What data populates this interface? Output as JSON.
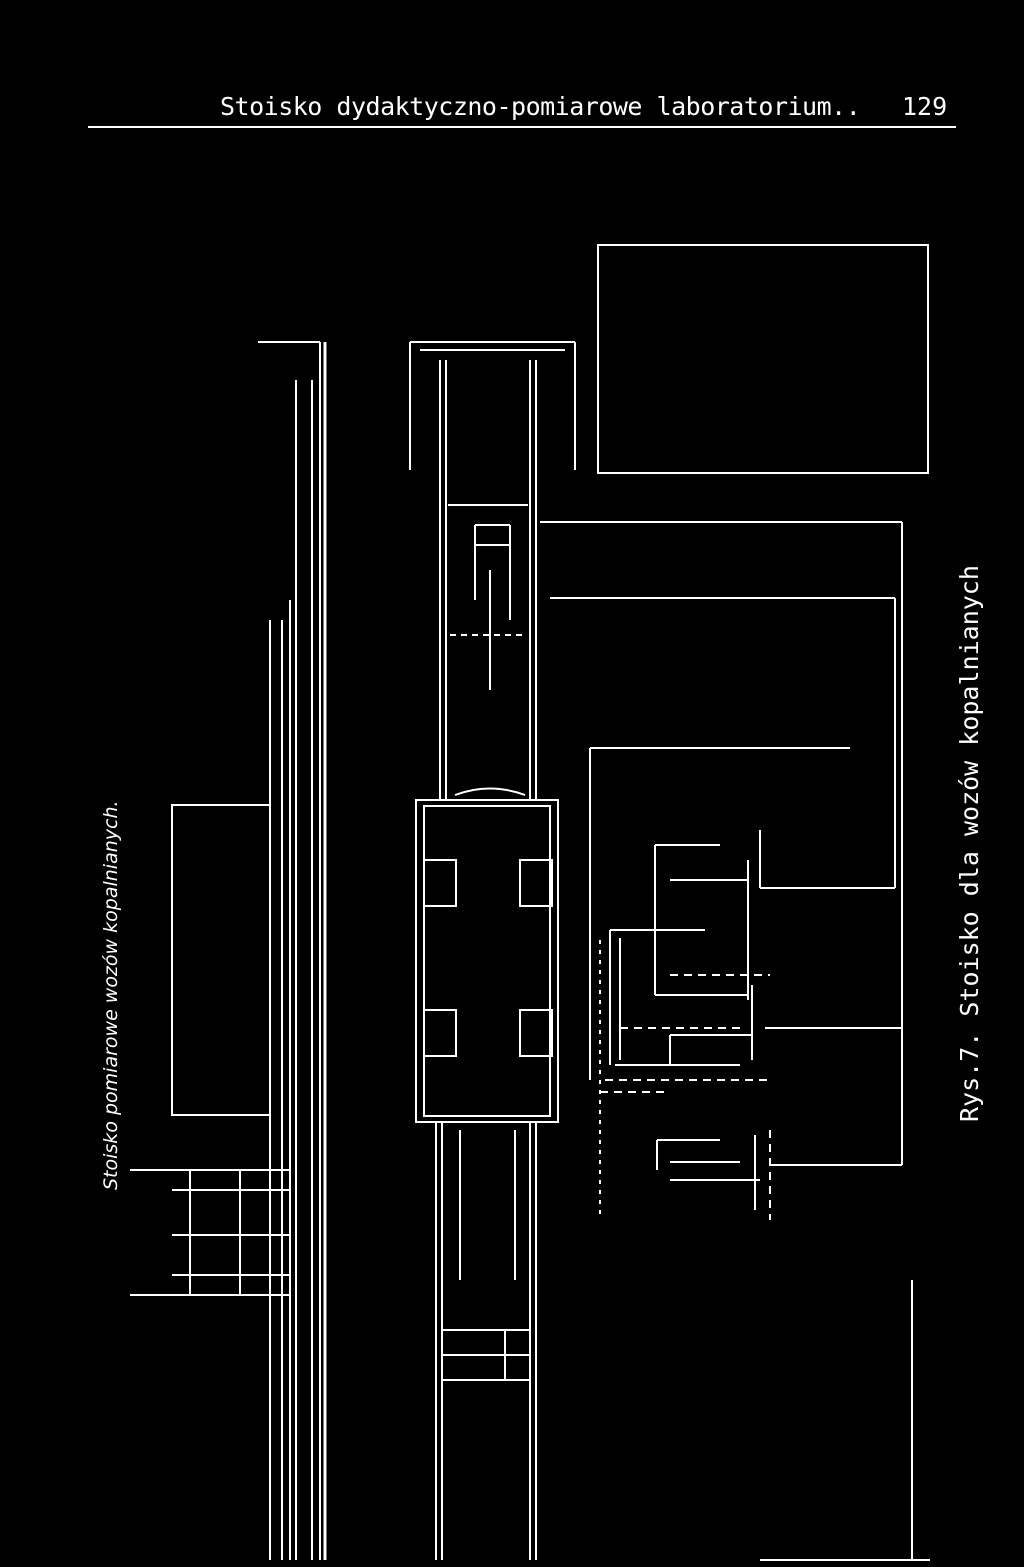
{
  "header": {
    "title": "Stoisko dydaktyczno-pomiarowe laboratorium..",
    "page_number": "129"
  },
  "figure": {
    "caption": "Rys.7. Stoisko dla wozów kopalnianych",
    "drawing_title": "Stoisko pomiarowe wozów kopalnianych."
  },
  "colors": {
    "background": "#000000",
    "ink": "#ffffff"
  }
}
